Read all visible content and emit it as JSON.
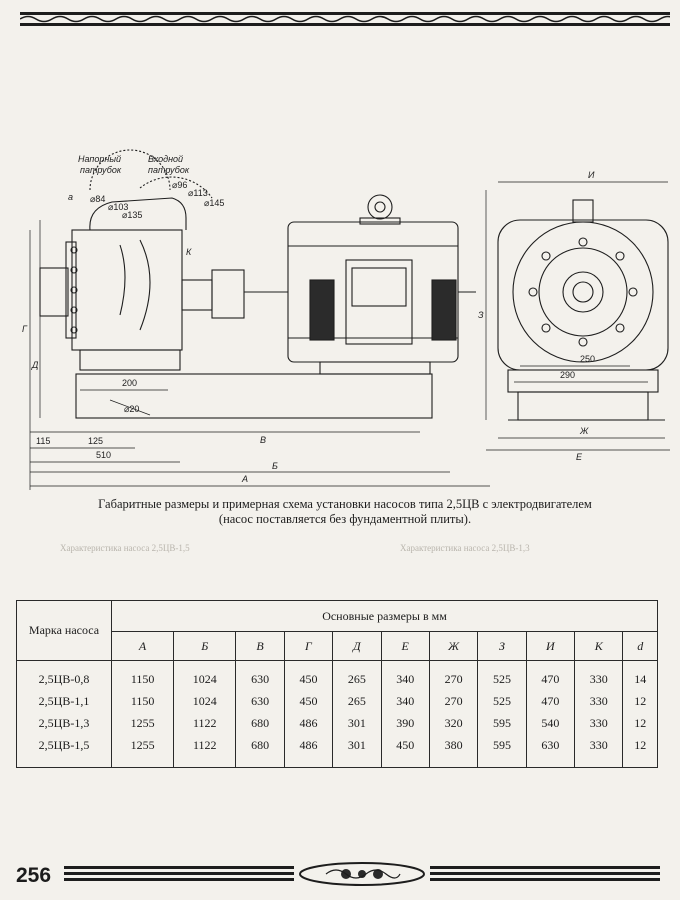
{
  "page_number": "256",
  "caption": {
    "line1": "Габаритные размеры и примерная схема установки насосов типа 2,5ЦВ с электродвигателем",
    "line2": "(насос поставляется без фундаментной плиты)."
  },
  "drawing": {
    "labels": {
      "discharge_1": "Напорный",
      "discharge_2": "патрубок",
      "inlet_1": "Входной",
      "inlet_2": "патрубок"
    },
    "flange_dims": [
      "⌀84",
      "⌀103",
      "⌀135",
      "⌀96",
      "⌀113",
      "⌀145"
    ],
    "side_dims": {
      "d200": "200",
      "d20": "⌀20",
      "d115": "115",
      "d125": "125",
      "d510": "510",
      "letter_A": "А",
      "letter_B": "Б",
      "letter_V": "В",
      "letter_G": "Г",
      "letter_D": "Д",
      "letter_a": "а",
      "letter_K": "К"
    },
    "front_dims": {
      "letter_I": "И",
      "letter_Z": "З",
      "d250": "250",
      "d290": "290",
      "letter_Zh": "Ж",
      "letter_E": "Е"
    }
  },
  "ghost_text": {
    "left": "Характеристика насоса 2,5ЦВ-1,5",
    "right": "Характеристика насоса 2,5ЦВ-1,3"
  },
  "table": {
    "row_header": "Марка насоса",
    "group_header": "Основные размеры в мм",
    "columns": [
      "А",
      "Б",
      "В",
      "Г",
      "Д",
      "Е",
      "Ж",
      "З",
      "И",
      "К",
      "d"
    ],
    "rows": [
      {
        "model": "2,5ЦВ-0,8",
        "values": [
          "1150",
          "1024",
          "630",
          "450",
          "265",
          "340",
          "270",
          "525",
          "470",
          "330",
          "14"
        ]
      },
      {
        "model": "2,5ЦВ-1,1",
        "values": [
          "1150",
          "1024",
          "630",
          "450",
          "265",
          "340",
          "270",
          "525",
          "470",
          "330",
          "12"
        ]
      },
      {
        "model": "2,5ЦВ-1,3",
        "values": [
          "1255",
          "1122",
          "680",
          "486",
          "301",
          "390",
          "320",
          "595",
          "540",
          "330",
          "12"
        ]
      },
      {
        "model": "2,5ЦВ-1,5",
        "values": [
          "1255",
          "1122",
          "680",
          "486",
          "301",
          "450",
          "380",
          "595",
          "630",
          "330",
          "12"
        ]
      }
    ]
  }
}
